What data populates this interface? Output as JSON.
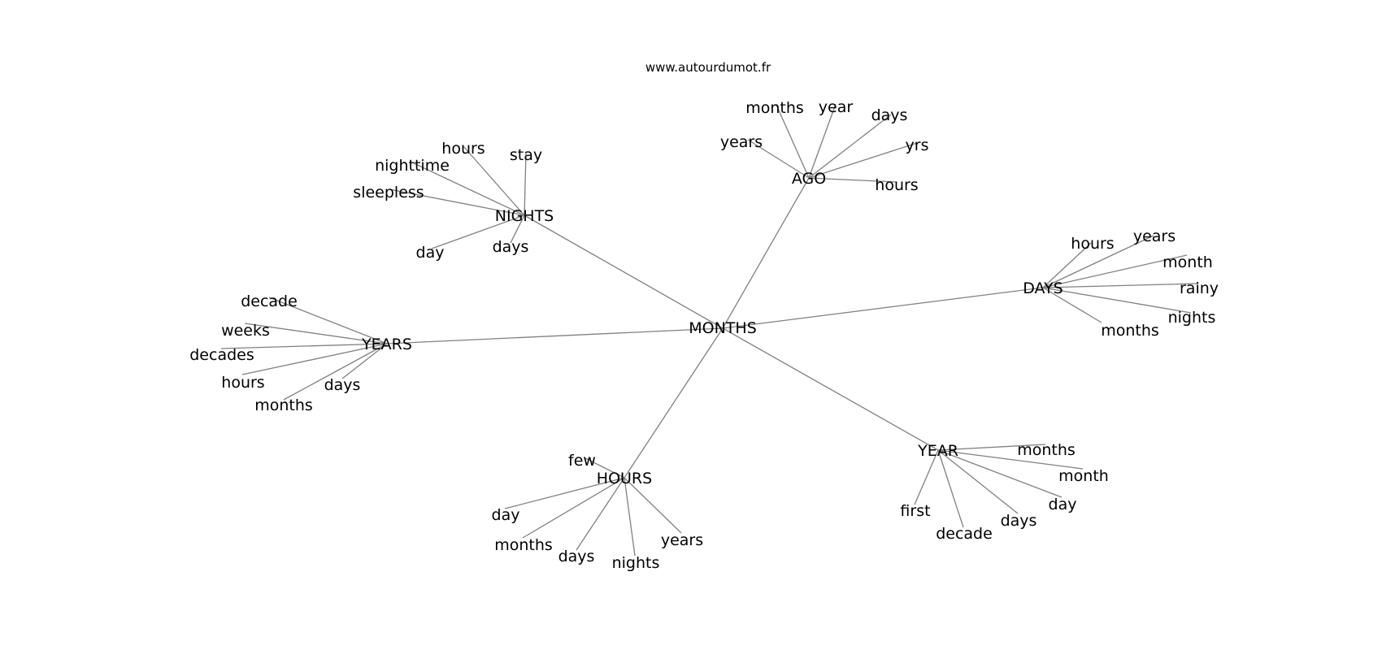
{
  "site_label": "www.autourdumot.fr",
  "center": "MONTHS",
  "branches": [
    {
      "word": "AGO",
      "leaves": [
        "months",
        "year",
        "days",
        "years",
        "yrs",
        "hours"
      ]
    },
    {
      "word": "NIGHTS",
      "leaves": [
        "hours",
        "stay",
        "nighttime",
        "sleepless",
        "days",
        "day"
      ]
    },
    {
      "word": "DAYS",
      "leaves": [
        "hours",
        "years",
        "month",
        "rainy",
        "nights",
        "months"
      ]
    },
    {
      "word": "YEARS",
      "leaves": [
        "decade",
        "weeks",
        "decades",
        "hours",
        "days",
        "months"
      ]
    },
    {
      "word": "HOURS",
      "leaves": [
        "few",
        "day",
        "months",
        "days",
        "nights",
        "years"
      ]
    },
    {
      "word": "YEAR",
      "leaves": [
        "months",
        "month",
        "day",
        "days",
        "decade",
        "first"
      ]
    }
  ]
}
